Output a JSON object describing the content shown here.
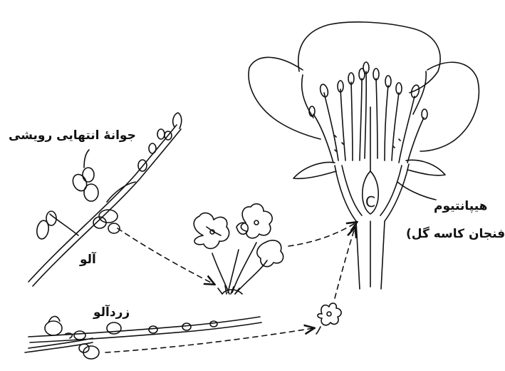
{
  "labels": {
    "terminal_bud": "جوانهٔ انتهایی رویشی",
    "plum": "آلو",
    "apricot": "زردآلو",
    "hypanthium": "هیپانتیوم",
    "hypanthium_note": "(فنجان کاسه گل)",
    "ovary_mark": "C"
  }
}
